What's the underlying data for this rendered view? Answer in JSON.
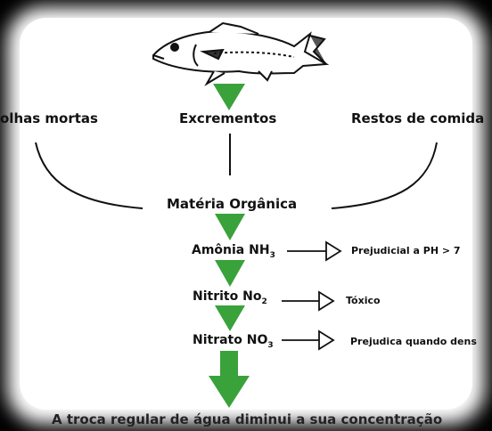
{
  "colors": {
    "background": "#000000",
    "panel": "#ffffff",
    "arrow": "#3aa23a",
    "text": "#111111"
  },
  "icons": {
    "fish": "fish-illustration"
  },
  "sources": {
    "left": "olhas mortas",
    "center": "Excrementos",
    "right": "Restos de comida"
  },
  "main": "Matéria Orgânica",
  "chain": [
    {
      "label": "Amônia NH",
      "sub": "3",
      "note": "Prejudicial a PH > 7"
    },
    {
      "label": "Nitrito No",
      "sub": "2",
      "note": "Tóxico"
    },
    {
      "label": "Nitrato NO",
      "sub": "3",
      "note": "Prejudica quando dens"
    }
  ],
  "footer": "A troca regular de água diminui a sua concentração"
}
